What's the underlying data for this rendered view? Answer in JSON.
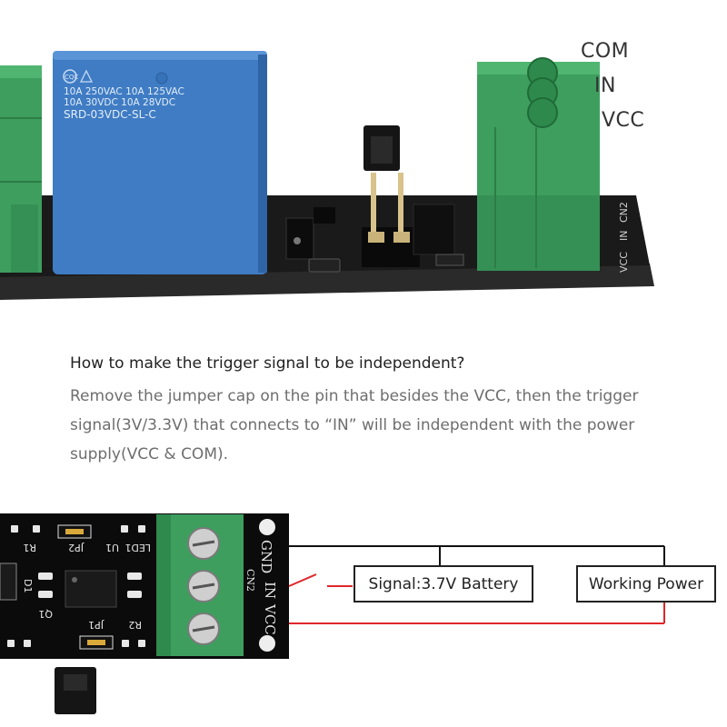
{
  "relay": {
    "brand_mark": "CQC",
    "rating_line1": "10A 250VAC  10A 125VAC",
    "rating_line2": "10A  30VDC  10A 28VDC",
    "model": "SRD-03VDC-SL-C"
  },
  "terminal_labels": [
    "COM",
    "IN",
    "VCC"
  ],
  "pcb_edge_labels": [
    "VCC",
    "IN",
    "CN2",
    "GND"
  ],
  "headline": "How to make the trigger signal to be independent?",
  "description": "Remove the jumper cap on the pin that besides the VCC, then the trigger signal(3V/3.3V) that connects to “IN” will be independent with the power supply(VCC & COM).",
  "diagram": {
    "signal_box": "Signal:3.7V Battery",
    "power_box": "Working Power",
    "board_labels": [
      "GND",
      "IN",
      "CN2",
      "VCC",
      "JP2",
      "JP1",
      "R1",
      "R2",
      "D1",
      "Q1",
      "U1",
      "LED1"
    ]
  },
  "colors": {
    "terminal_green": "#3d9e5e",
    "relay_blue": "#3f7cc4",
    "pcb_black": "#111111",
    "wire_red": "#e0262b",
    "wire_black": "#111111"
  }
}
